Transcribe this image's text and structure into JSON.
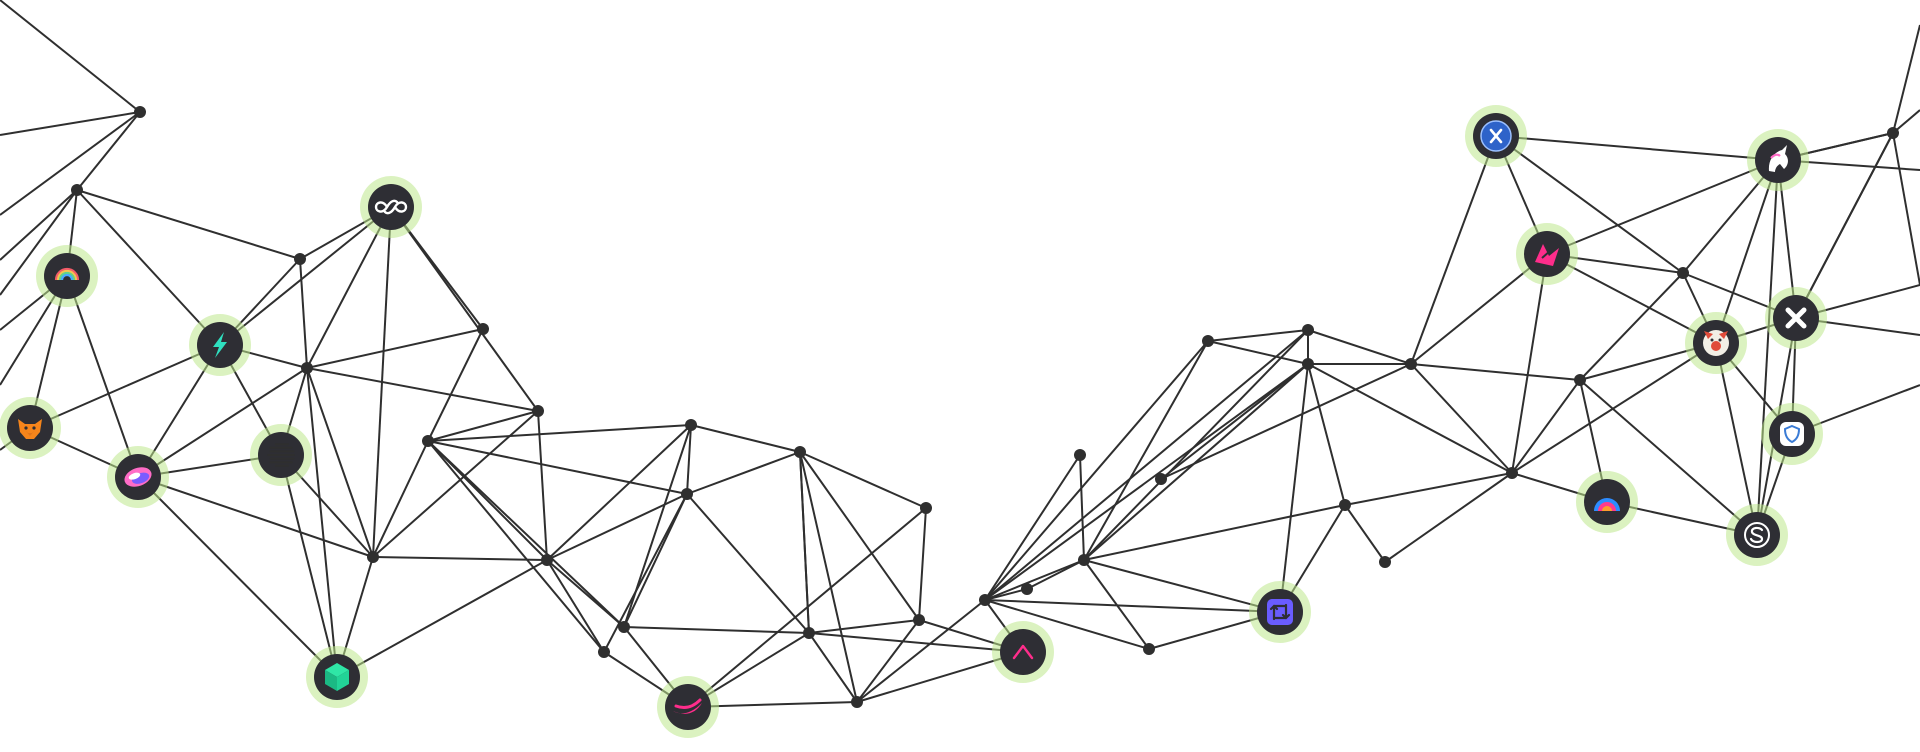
{
  "theme": {
    "line_color": "#2f2f2f",
    "node_color": "#2e2e34",
    "glow_color": "#bee88c"
  },
  "nodes": [
    {
      "name": "rainbow-wallet-icon",
      "icon": "rainbow-arc",
      "colors": [
        "#f45b69",
        "#f5c451",
        "#5fd38d",
        "#4aa8ff"
      ]
    },
    {
      "name": "lightning-wallet-icon",
      "icon": "lightning-bolt",
      "colors": [
        "#2fe0c0"
      ]
    },
    {
      "name": "infinity-wallet-icon",
      "icon": "infinity-loop",
      "colors": [
        "#ffffff"
      ]
    },
    {
      "name": "metamask-fox-icon",
      "icon": "fox-head",
      "colors": [
        "#f6851b",
        "#e2761b"
      ]
    },
    {
      "name": "pink-swirl-wallet-icon",
      "icon": "swirl",
      "colors": [
        "#ff6cc7",
        "#7b5cff",
        "#ffffff"
      ]
    },
    {
      "name": "striped-sphere-icon",
      "icon": "striped-sphere",
      "colors": [
        "#ffffff"
      ]
    },
    {
      "name": "green-cube-icon",
      "icon": "cube",
      "colors": [
        "#2fe6a6",
        "#1bb984"
      ]
    },
    {
      "name": "pink-wave-icon",
      "icon": "wave",
      "colors": [
        "#ff2d8b"
      ]
    },
    {
      "name": "caret-up-icon",
      "icon": "caret-up",
      "colors": [
        "#ff2d8b"
      ]
    },
    {
      "name": "swap-arrows-icon",
      "icon": "square-arrows",
      "colors": [
        "#6a5cff"
      ]
    },
    {
      "name": "x-coin-icon",
      "icon": "x-coin",
      "colors": [
        "#2e63c9",
        "#ffffff"
      ]
    },
    {
      "name": "unicorn-icon",
      "icon": "unicorn",
      "colors": [
        "#ffffff",
        "#ff6cc7"
      ]
    },
    {
      "name": "pink-loop-icon",
      "icon": "pink-loop",
      "colors": [
        "#ff2d8b"
      ]
    },
    {
      "name": "close-x-icon",
      "icon": "x-mark",
      "colors": [
        "#ffffff"
      ]
    },
    {
      "name": "avatar-character-icon",
      "icon": "avatar",
      "colors": [
        "#f2efe6",
        "#e04b3a"
      ]
    },
    {
      "name": "shield-icon",
      "icon": "shield",
      "colors": [
        "#ffffff",
        "#3a7bd5"
      ]
    },
    {
      "name": "rainbow-arch-icon",
      "icon": "concentric-arch",
      "colors": [
        "#2d8cff",
        "#ff3b8d",
        "#ff9d2d"
      ]
    },
    {
      "name": "s-coin-icon",
      "icon": "s-coin",
      "colors": [
        "#ffffff"
      ]
    }
  ]
}
